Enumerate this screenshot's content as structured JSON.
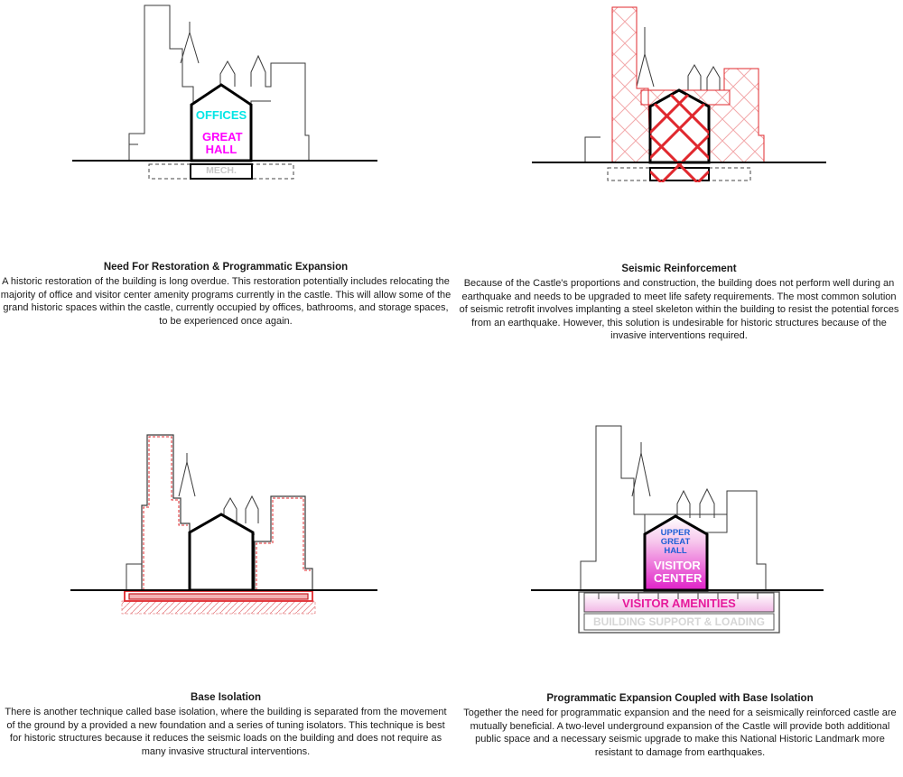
{
  "colors": {
    "offices": "#00e6e6",
    "great_hall": "#ff00ff",
    "seismic": "#e0282e",
    "upper_great_hall": "#1f5fd6",
    "visitor": "#e6199b"
  },
  "panels": [
    {
      "title": "Need For Restoration & Programmatic Expansion",
      "body": "A historic restoration of the building is long overdue.  This restoration potentially includes relocating the majority of office and visitor center amenity programs currently in the castle. This will allow some of the grand historic spaces within the castle, currently occupied by offices, bathrooms, and storage spaces, to be experienced once again.",
      "labels": {
        "offices": "OFFICES",
        "great_hall": "GREAT HALL",
        "mech": "MECH."
      }
    },
    {
      "title": "Seismic Reinforcement",
      "body": "Because of the Castle's proportions and construction, the building does not perform well during an earthquake and needs to be upgraded to meet life safety requirements. The most common solution of seismic retrofit involves implanting a steel skeleton within the building to resist the potential forces from an earthquake.  However, this solution is undesirable for historic structures because of the invasive interventions required."
    },
    {
      "title": "Base Isolation",
      "body": "There is another technique called base isolation, where the building is separated from the movement of the ground by a provided a new foundation and a series of tuning isolators.  This technique is best for historic structures because it reduces the seismic loads on the building and does not require as many invasive structural interventions."
    },
    {
      "title": "Programmatic Expansion Coupled with Base Isolation",
      "body": "Together the need for programmatic expansion and the need for a seismically reinforced castle are mutually beneficial.  A two-level underground expansion of the Castle will provide both additional public space and a necessary seismic upgrade to make this National Historic Landmark more resistant to damage from earthquakes.",
      "labels": {
        "upper_great_hall": "UPPER GREAT HALL",
        "visitor_center": "VISITOR CENTER",
        "visitor_amenities": "VISITOR AMENITIES",
        "building_support": "BUILDING SUPPORT & LOADING"
      }
    }
  ]
}
